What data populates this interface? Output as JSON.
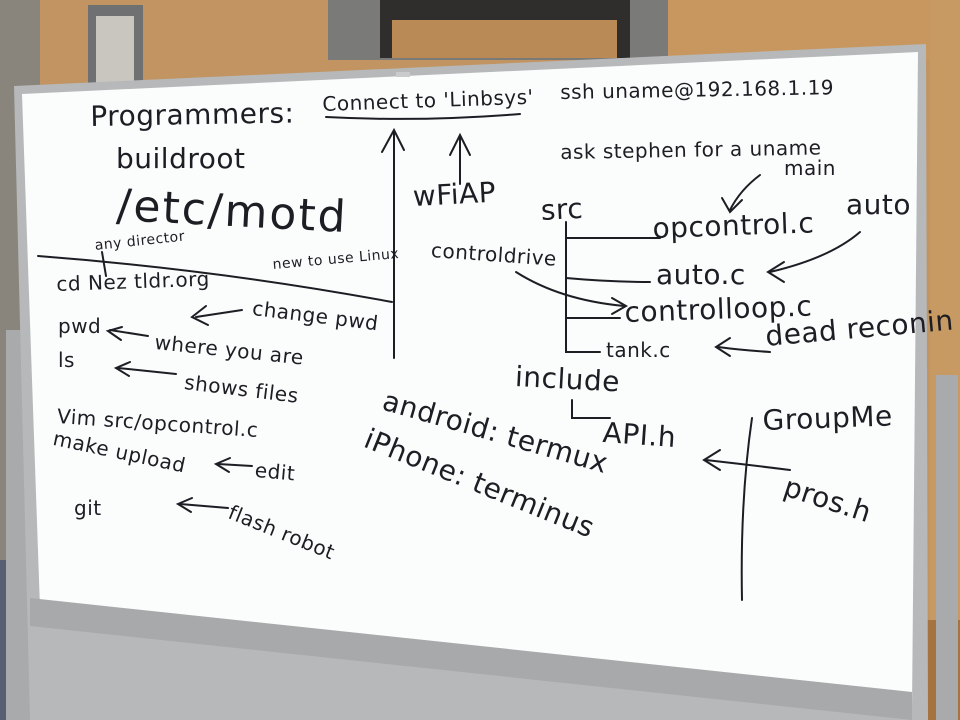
{
  "board": {
    "connect_line": "Connect to 'Linbsys'",
    "ssh_command": "ssh uname@192.168.1.19",
    "ask_note": "ask stephen for a uname",
    "wifi_label": "wFiAP",
    "programmers": "Programmers:",
    "buildroot": "buildroot",
    "motd_path": "/etc/motd",
    "any_directory": "any director",
    "new_to_linux": "new to use Linux",
    "cd_command": "cd Nez tldr.org",
    "change_pwd": "change pwd",
    "pwd_command": "pwd",
    "pwd_desc": "where you are",
    "ls_command": "ls",
    "ls_desc": "shows files",
    "vim_command": "Vim src/opcontrol.c",
    "vim_desc": "edit",
    "make_command": "make upload",
    "make_desc": "flash robot",
    "git_command": "git",
    "src_label": "src",
    "opcontrol_file": "opcontrol.c",
    "main_note": "main",
    "auto_note": "auto",
    "auto_file": "auto.c",
    "controldrive_note": "controldrive",
    "controlloop_file": "controlloop.c",
    "tank_file": "tank.c",
    "deadreckon_note": "dead reconin",
    "include_label": "include",
    "api_file": "API.h",
    "groupme_label": "GroupMe",
    "pros_label": "pros.h",
    "android_note": "android: termux",
    "iphone_note": "iPhone: terminus"
  }
}
